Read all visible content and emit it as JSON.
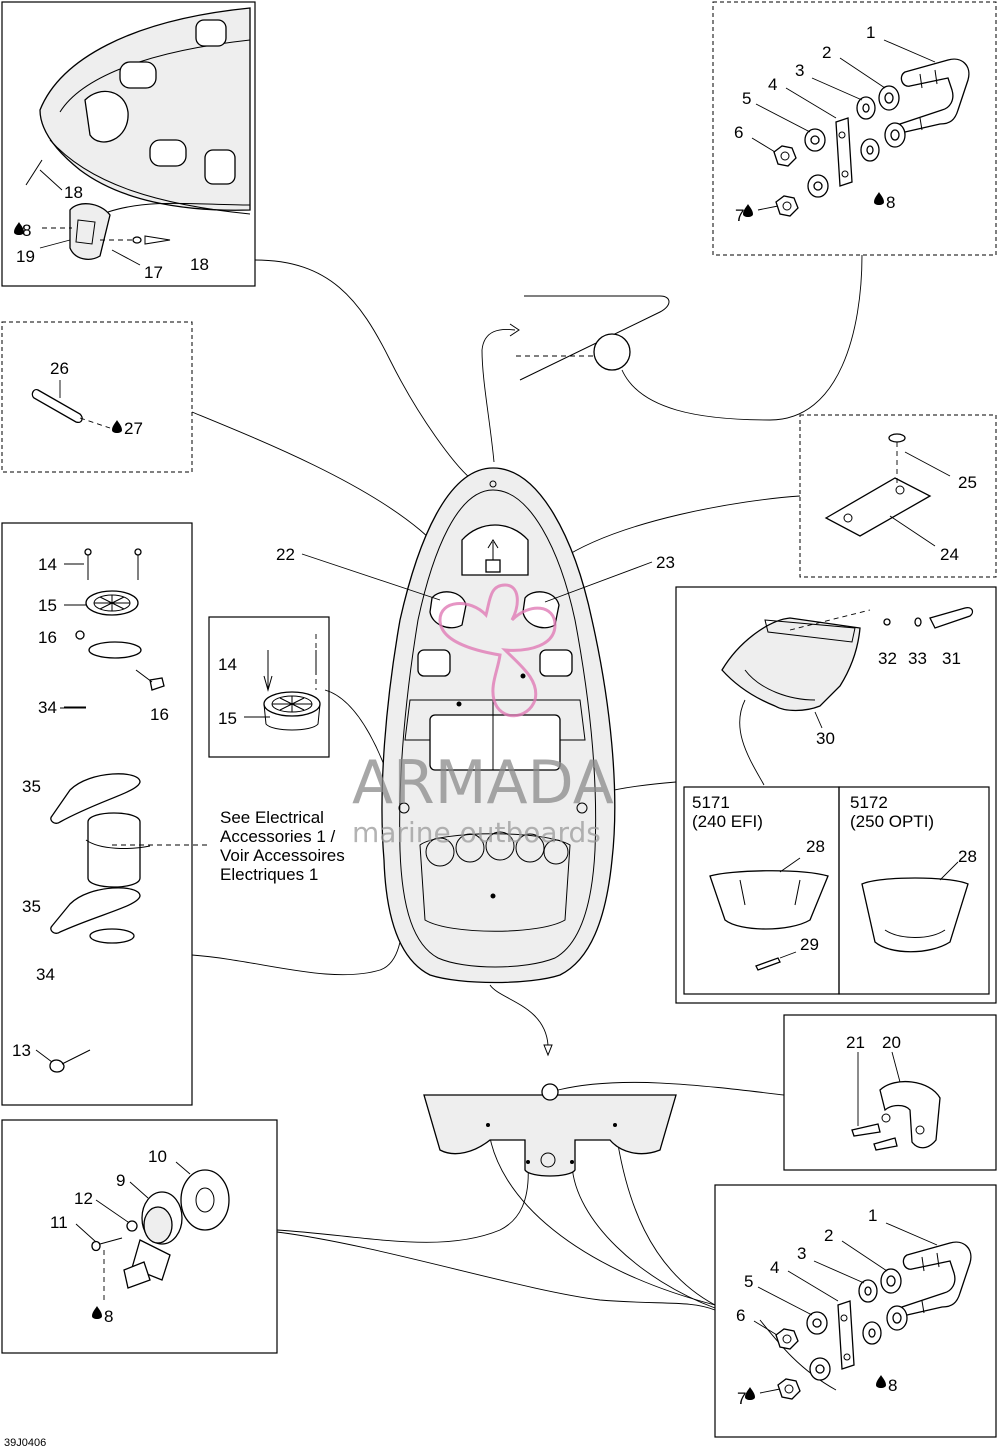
{
  "drawing_id": "39J0406",
  "watermark": {
    "brand": "ARMADA",
    "tagline": "marine outboards",
    "accent_color": "#e07bb5"
  },
  "callouts": {
    "n1": "1",
    "n2": "2",
    "n3": "3",
    "n4": "4",
    "n5": "5",
    "n6": "6",
    "n7": "7",
    "n8": "8",
    "n9": "9",
    "n10": "10",
    "n11": "11",
    "n12": "12",
    "n13": "13",
    "n14": "14",
    "n15": "15",
    "n16": "16",
    "n17": "17",
    "n18": "18",
    "n19": "19",
    "n20": "20",
    "n21": "21",
    "n22": "22",
    "n23": "23",
    "n24": "24",
    "n25": "25",
    "n26": "26",
    "n27": "27",
    "n28": "28",
    "n29": "29",
    "n30": "30",
    "n31": "31",
    "n32": "32",
    "n33": "33",
    "n34": "34",
    "n35": "35"
  },
  "lubricant_icon": "drop-icon",
  "electrical_note": {
    "line1": "See Electrical",
    "line2": "Accessories 1 /",
    "line3": "Voir Accessoires",
    "line4": "Electriques 1"
  },
  "variants": {
    "left": {
      "model": "5171",
      "engine": "(240 EFI)"
    },
    "right": {
      "model": "5172",
      "engine": "(250 OPTI)"
    }
  }
}
